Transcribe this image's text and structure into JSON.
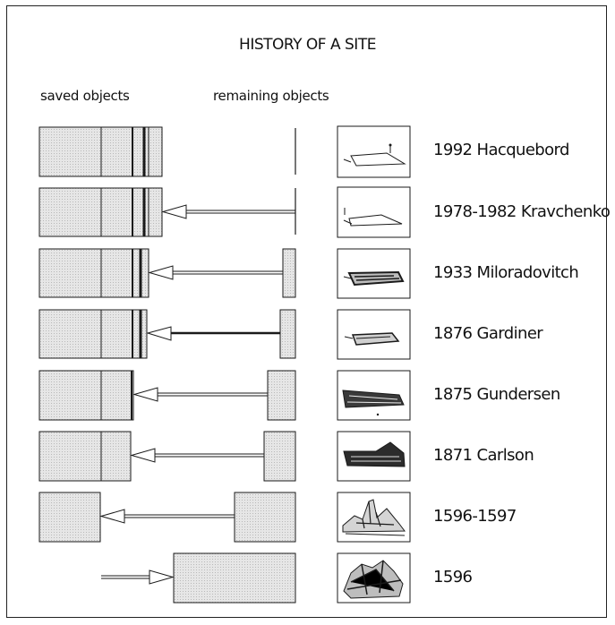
{
  "title": "HISTORY OF A SITE",
  "column_headers": {
    "saved": "saved objects",
    "remaining": "remaining objects"
  },
  "rows": [
    {
      "label": "1992 Hacquebord"
    },
    {
      "label": "1978-1982 Kravchenko"
    },
    {
      "label": "1933 Miloradovitch"
    },
    {
      "label": "1876 Gardiner"
    },
    {
      "label": "1875 Gundersen"
    },
    {
      "label": "1871 Carlson"
    },
    {
      "label": "1596-1597"
    },
    {
      "label": "1596"
    }
  ],
  "colors": {
    "box_fill": "#e2e2e2",
    "stroke": "#1a1a1a",
    "arrow_fill": "#ffffff"
  }
}
